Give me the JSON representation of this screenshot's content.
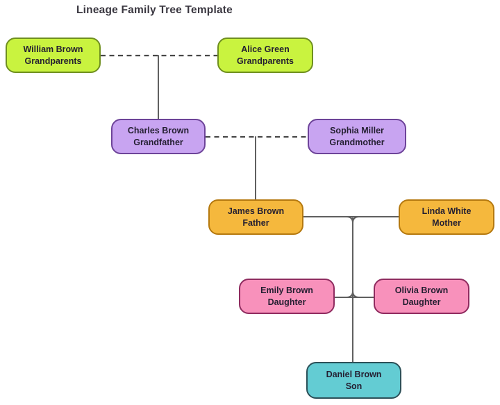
{
  "title": "Lineage Family Tree Template",
  "colors": {
    "background": "#ffffff",
    "title_text": "#3a3740",
    "text": "#241f31",
    "line": "#5f5f5f",
    "dashed_line": "#474747",
    "green_fill": "#c9f33f",
    "green_border": "#6f8f1f",
    "purple_fill": "#c8a4f1",
    "purple_border": "#6d4399",
    "orange_fill": "#f5b83d",
    "orange_border": "#b5790f",
    "pink_fill": "#f891bb",
    "pink_border": "#8f2b5f",
    "teal_fill": "#63ccd3",
    "teal_border": "#2c5058"
  },
  "nodes": [
    {
      "name": "William Brown",
      "role": "Grandparents",
      "color": "green"
    },
    {
      "name": "Alice Green",
      "role": "Grandparents",
      "color": "green"
    },
    {
      "name": "Charles Brown",
      "role": "Grandfather",
      "color": "purple"
    },
    {
      "name": "Sophia Miller",
      "role": "Grandmother",
      "color": "purple"
    },
    {
      "name": "James Brown",
      "role": "Father",
      "color": "orange"
    },
    {
      "name": "Linda White",
      "role": "Mother",
      "color": "orange"
    },
    {
      "name": "Emily Brown",
      "role": "Daughter",
      "color": "pink"
    },
    {
      "name": "Olivia Brown",
      "role": "Daughter",
      "color": "pink"
    },
    {
      "name": "Daniel Brown",
      "role": "Son",
      "color": "teal"
    }
  ],
  "edges": [
    {
      "from": "William Brown",
      "to": "Alice Green",
      "type": "marriage",
      "style": "dashed"
    },
    {
      "from": "William Brown + Alice Green",
      "to": "Charles Brown",
      "type": "parent-child",
      "style": "solid"
    },
    {
      "from": "Charles Brown",
      "to": "Sophia Miller",
      "type": "marriage",
      "style": "dashed"
    },
    {
      "from": "Charles Brown + Sophia Miller",
      "to": "James Brown",
      "type": "parent-child",
      "style": "solid"
    },
    {
      "from": "James Brown",
      "to": "Linda White",
      "type": "marriage",
      "style": "solid"
    },
    {
      "from": "James Brown + Linda White",
      "to": "Emily Brown",
      "type": "parent-child",
      "style": "solid"
    },
    {
      "from": "James Brown + Linda White",
      "to": "Olivia Brown",
      "type": "parent-child",
      "style": "solid"
    },
    {
      "from": "James Brown + Linda White",
      "to": "Daniel Brown",
      "type": "parent-child",
      "style": "solid"
    }
  ]
}
